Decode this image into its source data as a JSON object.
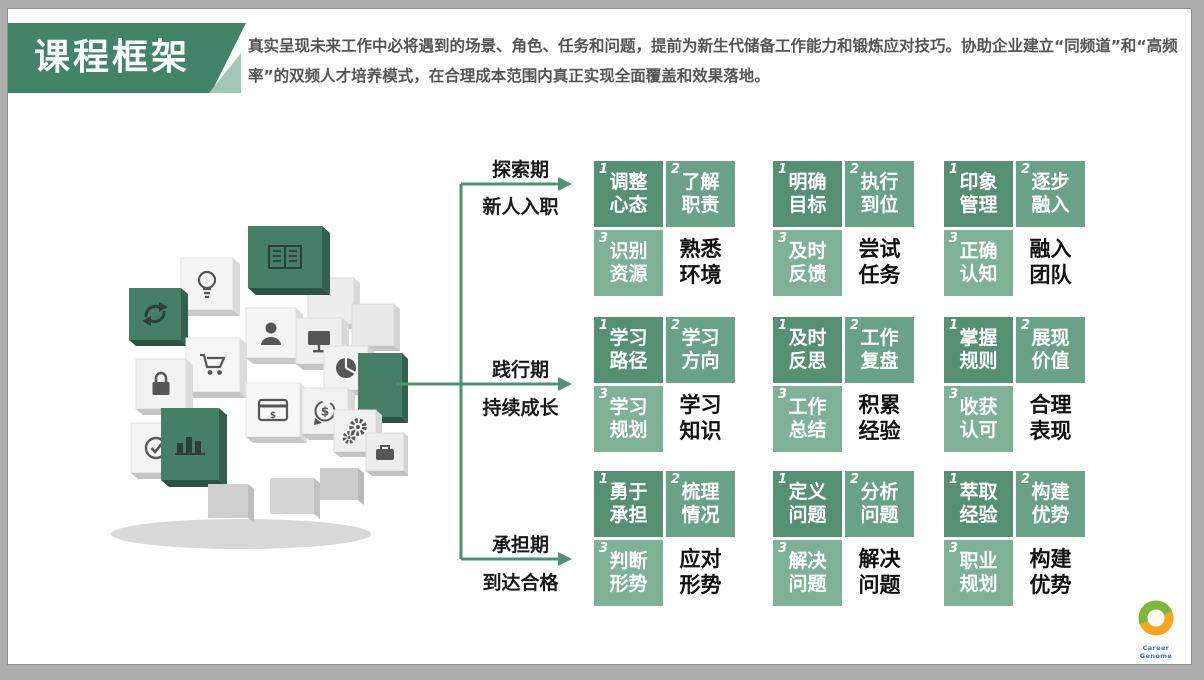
{
  "slide": {
    "title": "课程框架",
    "description": "真实呈现未来工作中必将遇到的场景、角色、任务和问题，提前为新生代储备工作能力和锻炼应对技巧。协助企业建立“同频道”和“高频率”的双频人才培养模式，在合理成本范围内真正实现全面覆盖和效果落地。"
  },
  "stages": [
    {
      "period": "探索期",
      "phase": "新人入职"
    },
    {
      "period": "践行期",
      "phase": "持续成长"
    },
    {
      "period": "承担期",
      "phase": "到达合格"
    }
  ],
  "tile_numbers": {
    "one": "1",
    "two": "2",
    "three": "3"
  },
  "groups": [
    {
      "n1": "调整心态",
      "n2": "了解职责",
      "n3": "识别资源",
      "plain": "熟悉环境"
    },
    {
      "n1": "明确目标",
      "n2": "执行到位",
      "n3": "及时反馈",
      "plain": "尝试任务"
    },
    {
      "n1": "印象管理",
      "n2": "逐步融入",
      "n3": "正确认知",
      "plain": "融入团队"
    },
    {
      "n1": "学习路径",
      "n2": "学习方向",
      "n3": "学习规划",
      "plain": "学习知识"
    },
    {
      "n1": "及时反思",
      "n2": "工作复盘",
      "n3": "工作总结",
      "plain": "积累经验"
    },
    {
      "n1": "掌握规则",
      "n2": "展现价值",
      "n3": "收获认可",
      "plain": "合理表现"
    },
    {
      "n1": "勇于承担",
      "n2": "梳理情况",
      "n3": "判断形势",
      "plain": "应对形势"
    },
    {
      "n1": "定义问题",
      "n2": "分析问题",
      "n3": "解决问题",
      "plain": "解决问题"
    },
    {
      "n1": "萃取经验",
      "n2": "构建优势",
      "n3": "职业规划",
      "plain": "构建优势"
    }
  ],
  "cube": {
    "icons": [
      "book-icon",
      "lightbulb-icon",
      "sync-icon",
      "user-icon",
      "monitor-icon",
      "cart-icon",
      "lock-icon",
      "pie-chart-icon",
      "credit-card-icon",
      "dollar-cycle-icon",
      "gears-icon",
      "clock-check-icon",
      "bar-chart-icon",
      "briefcase-icon"
    ]
  },
  "logo": {
    "text": "Career Genome"
  },
  "colors": {
    "banner_green": "#42836a",
    "banner_light_green": "#a3c7b4",
    "arrow_green": "#4e9273",
    "tile1_green": "#559073",
    "tile2_green": "#6aa287",
    "tile3_green": "#7eb195",
    "desc_text": "#555555",
    "cube_green": "#457f68"
  }
}
